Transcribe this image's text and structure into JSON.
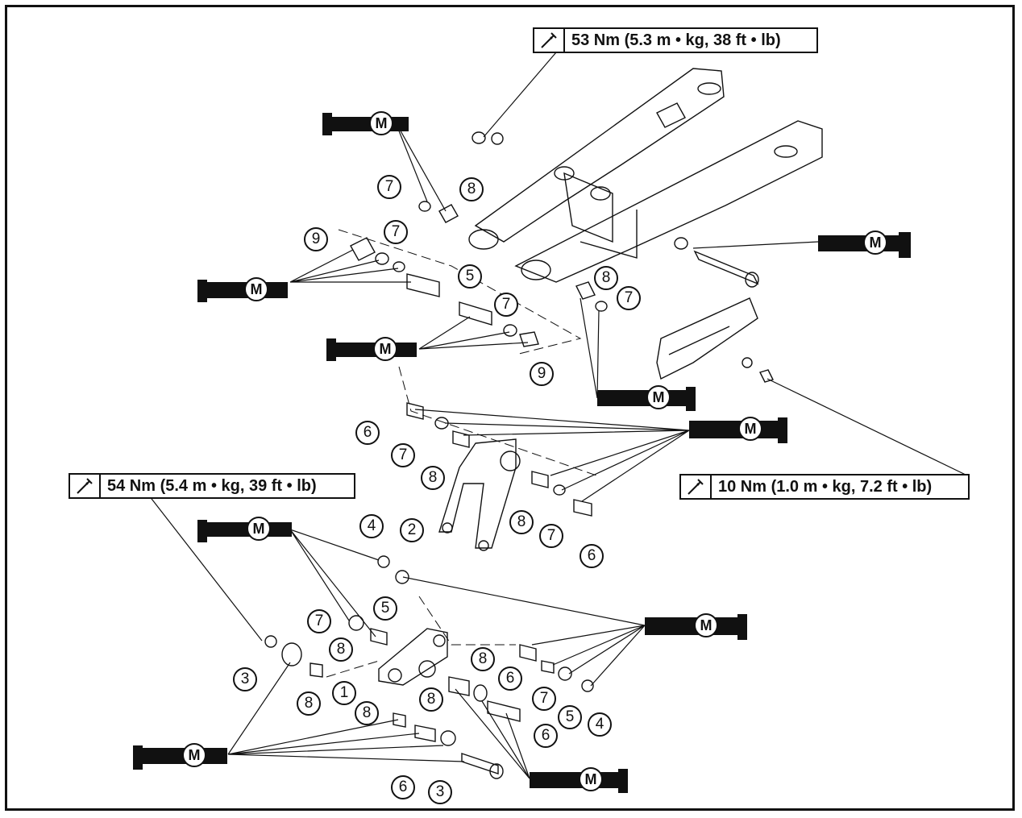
{
  "torque_specs": [
    {
      "id": "t53",
      "text": "53 Nm (5.3 m • kg, 38 ft • lb)"
    },
    {
      "id": "t54",
      "text": "54 Nm (5.4 m • kg, 39 ft • lb)"
    },
    {
      "id": "t10",
      "text": "10 Nm (1.0 m • kg, 7.2 ft • lb)"
    }
  ],
  "grease_symbol": {
    "label": "M"
  },
  "callouts": [
    "7",
    "8",
    "9",
    "7",
    "5",
    "7",
    "9",
    "8",
    "7",
    "6",
    "7",
    "8",
    "2",
    "8",
    "7",
    "6",
    "4",
    "5",
    "7",
    "8",
    "3",
    "8",
    "1",
    "8",
    "6",
    "8",
    "7",
    "5",
    "4",
    "6",
    "8",
    "6",
    "3"
  ],
  "colors": {
    "ink": "#111111",
    "paper": "#ffffff",
    "tube": "#111111"
  }
}
